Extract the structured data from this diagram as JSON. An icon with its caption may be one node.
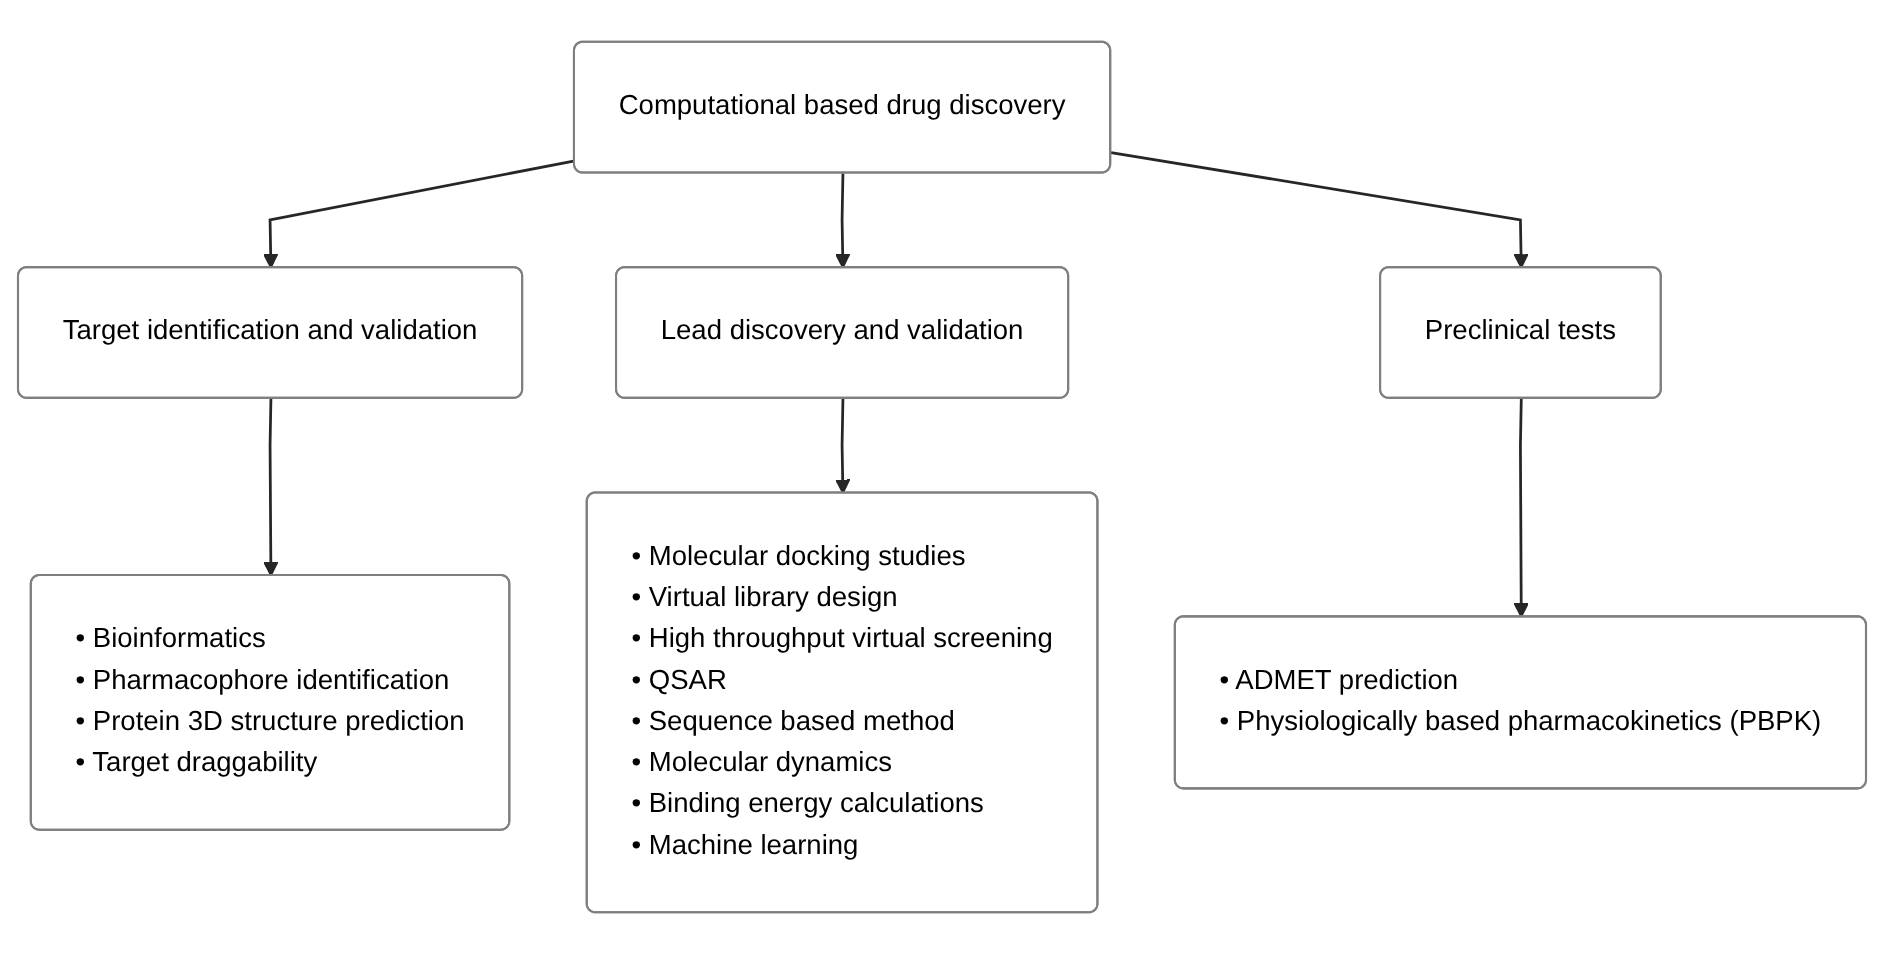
{
  "diagram": {
    "nodes": [
      {
        "text": [
          "Computational based drug discovery"
        ]
      },
      {
        "text": [
          "Target identification and validation"
        ]
      },
      {
        "text": [
          "Lead discovery and validation"
        ]
      },
      {
        "text": [
          "Preclinical tests"
        ]
      },
      {
        "text": [
          "• Bioinformatics",
          "• Pharmacophore identification",
          "• Protein 3D structure prediction",
          "• Target draggability"
        ]
      },
      {
        "text": [
          "• Molecular docking studies",
          "• Virtual library design",
          "• High throughput virtual screening",
          "• QSAR",
          "• Sequence based method",
          "• Molecular dynamics",
          "• Binding energy calculations",
          "• Machine learning"
        ]
      },
      {
        "text": [
          "• ADMET prediction",
          "• Physiologically based pharmacokinetics (PBPK)"
        ]
      }
    ],
    "edges": [
      {
        "from": 0,
        "to": 1,
        "arrow": "to"
      },
      {
        "from": 0,
        "to": 2,
        "arrow": "to"
      },
      {
        "from": 0,
        "to": 3,
        "arrow": "to"
      },
      {
        "from": 1,
        "to": 4,
        "arrow": "to"
      },
      {
        "from": 2,
        "to": 5,
        "arrow": "to"
      },
      {
        "from": 3,
        "to": 6,
        "arrow": "to"
      }
    ]
  }
}
